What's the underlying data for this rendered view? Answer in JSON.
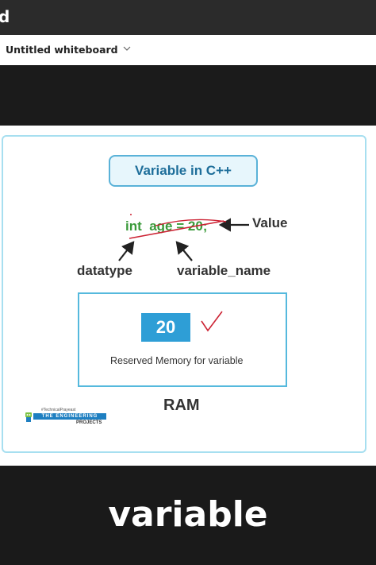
{
  "window": {
    "app_letter": "d"
  },
  "toolbar": {
    "doc_title": "Untitled whiteboard",
    "chevron_icon": "chevron-down-icon"
  },
  "slide": {
    "title": "Variable in C++",
    "code": "int  age = 20;",
    "labels": {
      "value": "Value",
      "datatype": "datatype",
      "variable_name": "variable_name"
    },
    "memory_value": "20",
    "reserved_text": "Reserved Memory for variable",
    "ram_label": "RAM",
    "logo": {
      "tagline": "#TechnicalPrayeast",
      "name": "THE ENGINEERING",
      "sub": "PROJECTS"
    }
  },
  "caption": "variable",
  "colors": {
    "code": "#3a9a3a",
    "accent": "#2e9ed6",
    "annotation": "#cc2233"
  }
}
